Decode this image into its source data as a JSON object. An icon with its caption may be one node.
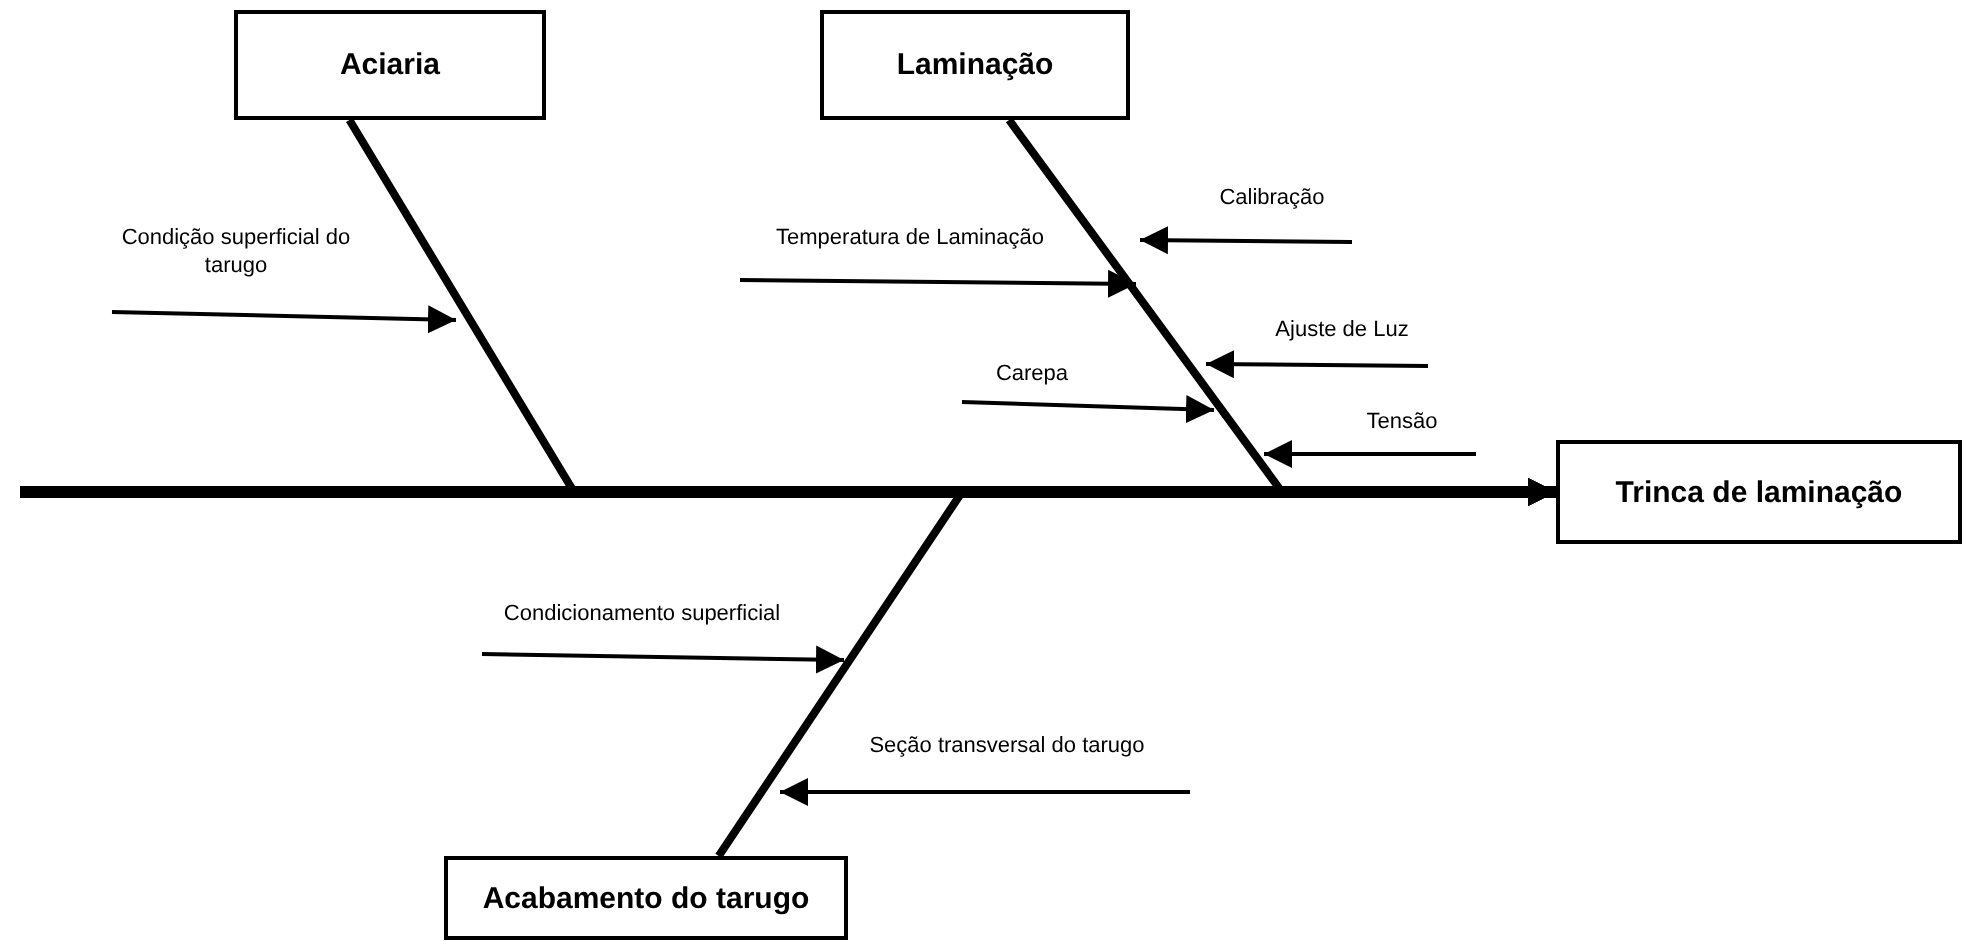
{
  "diagram": {
    "nodes": [
      {
        "text": [
          "Aciaria"
        ]
      },
      {
        "text": [
          "Laminação"
        ]
      },
      {
        "text": [
          "Calibração"
        ]
      },
      {
        "text": [
          "Condição superficial do tarugo"
        ]
      },
      {
        "text": [
          "Temperatura de Laminação"
        ]
      },
      {
        "text": [
          "Ajuste de Luz"
        ]
      },
      {
        "text": [
          "Carepa"
        ]
      },
      {
        "text": [
          "Tensão"
        ]
      },
      {
        "text": [
          "Trinca de laminação"
        ]
      },
      {
        "text": [
          "Condicionamento superficial"
        ]
      },
      {
        "text": [
          "Seção transversal do tarugo"
        ]
      },
      {
        "text": [
          "Acabamento do tarugo"
        ]
      }
    ],
    "edges": [
      {
        "from": null,
        "to": 8,
        "arrow": "to",
        "style": "thick"
      },
      {
        "from": 0,
        "to": 8,
        "arrow": "to",
        "style": "thick"
      },
      {
        "from": 1,
        "to": 8,
        "arrow": "to",
        "style": "thick"
      },
      {
        "from": 11,
        "to": 8,
        "arrow": "to",
        "style": "thick"
      },
      {
        "from": 2,
        "to": null,
        "arrow": "to"
      },
      {
        "from": 3,
        "to": null,
        "arrow": "to"
      },
      {
        "from": 4,
        "to": null,
        "arrow": "to"
      },
      {
        "from": 5,
        "to": null,
        "arrow": "to"
      },
      {
        "from": 6,
        "to": null,
        "arrow": "to"
      },
      {
        "from": 7,
        "to": null,
        "arrow": "to"
      },
      {
        "from": 9,
        "to": null,
        "arrow": "to"
      },
      {
        "from": 10,
        "to": null,
        "arrow": "to"
      }
    ]
  }
}
